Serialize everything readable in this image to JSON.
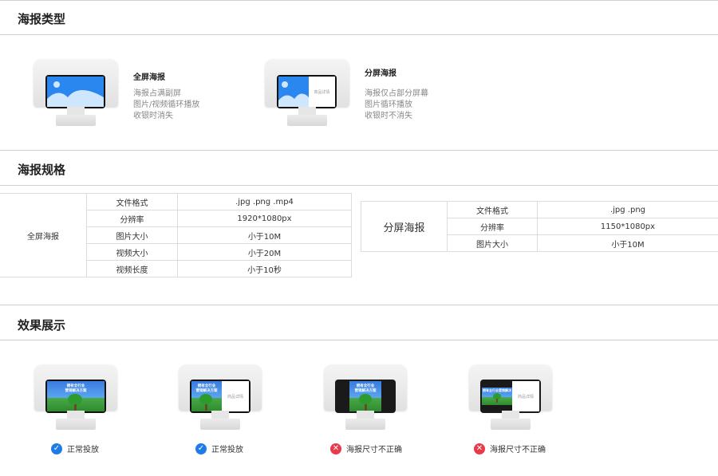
{
  "sections": {
    "type_title": "海报类型",
    "spec_title": "海报规格",
    "effect_title": "效果展示"
  },
  "poster_types": [
    {
      "name": "全屏海报",
      "desc": [
        "海报占满副屏",
        "图片/视频循环播放",
        "收银时消失"
      ]
    },
    {
      "name": "分屏海报",
      "desc": [
        "海报仅占部分屏幕",
        "图片循环播放",
        "收银时不消失"
      ],
      "white_panel_label": "商品详情"
    }
  ],
  "spec_tables": [
    {
      "name": "全屏海报",
      "rows": [
        {
          "label": "文件格式",
          "value": ".jpg .png .mp4"
        },
        {
          "label": "分辨率",
          "value": "1920*1080px"
        },
        {
          "label": "图片大小",
          "value": "小于10M"
        },
        {
          "label": "视频大小",
          "value": "小于20M"
        },
        {
          "label": "视频长度",
          "value": "小于10秒"
        }
      ]
    },
    {
      "name": "分屏海报",
      "rows": [
        {
          "label": "文件格式",
          "value": ".jpg .png"
        },
        {
          "label": "分辨率",
          "value": "1150*1080px"
        },
        {
          "label": "图片大小",
          "value": "小于10M"
        }
      ]
    }
  ],
  "effects": [
    {
      "status": "正常投放",
      "ok": true,
      "poster_text": [
        "拥有全行业",
        "营销解决方案"
      ]
    },
    {
      "status": "正常投放",
      "ok": true,
      "poster_text": [
        "拥有全行业",
        "营销解决方案"
      ],
      "white_panel_label": "商品详情"
    },
    {
      "status": "海报尺寸不正确",
      "ok": false,
      "poster_text": [
        "拥有全行业",
        "营销解决方案"
      ]
    },
    {
      "status": "海报尺寸不正确",
      "ok": false,
      "poster_text": [
        "拥有全行业营销解决方案"
      ],
      "white_panel_label": "商品详情"
    }
  ],
  "colors": {
    "accent_blue": "#2b87f0",
    "ok_icon": "#1f7be6",
    "error_icon": "#e83a4b"
  },
  "icons": {
    "ok": "check-circle-icon",
    "error": "x-circle-icon",
    "ok_glyph": "✓",
    "error_glyph": "✕"
  }
}
